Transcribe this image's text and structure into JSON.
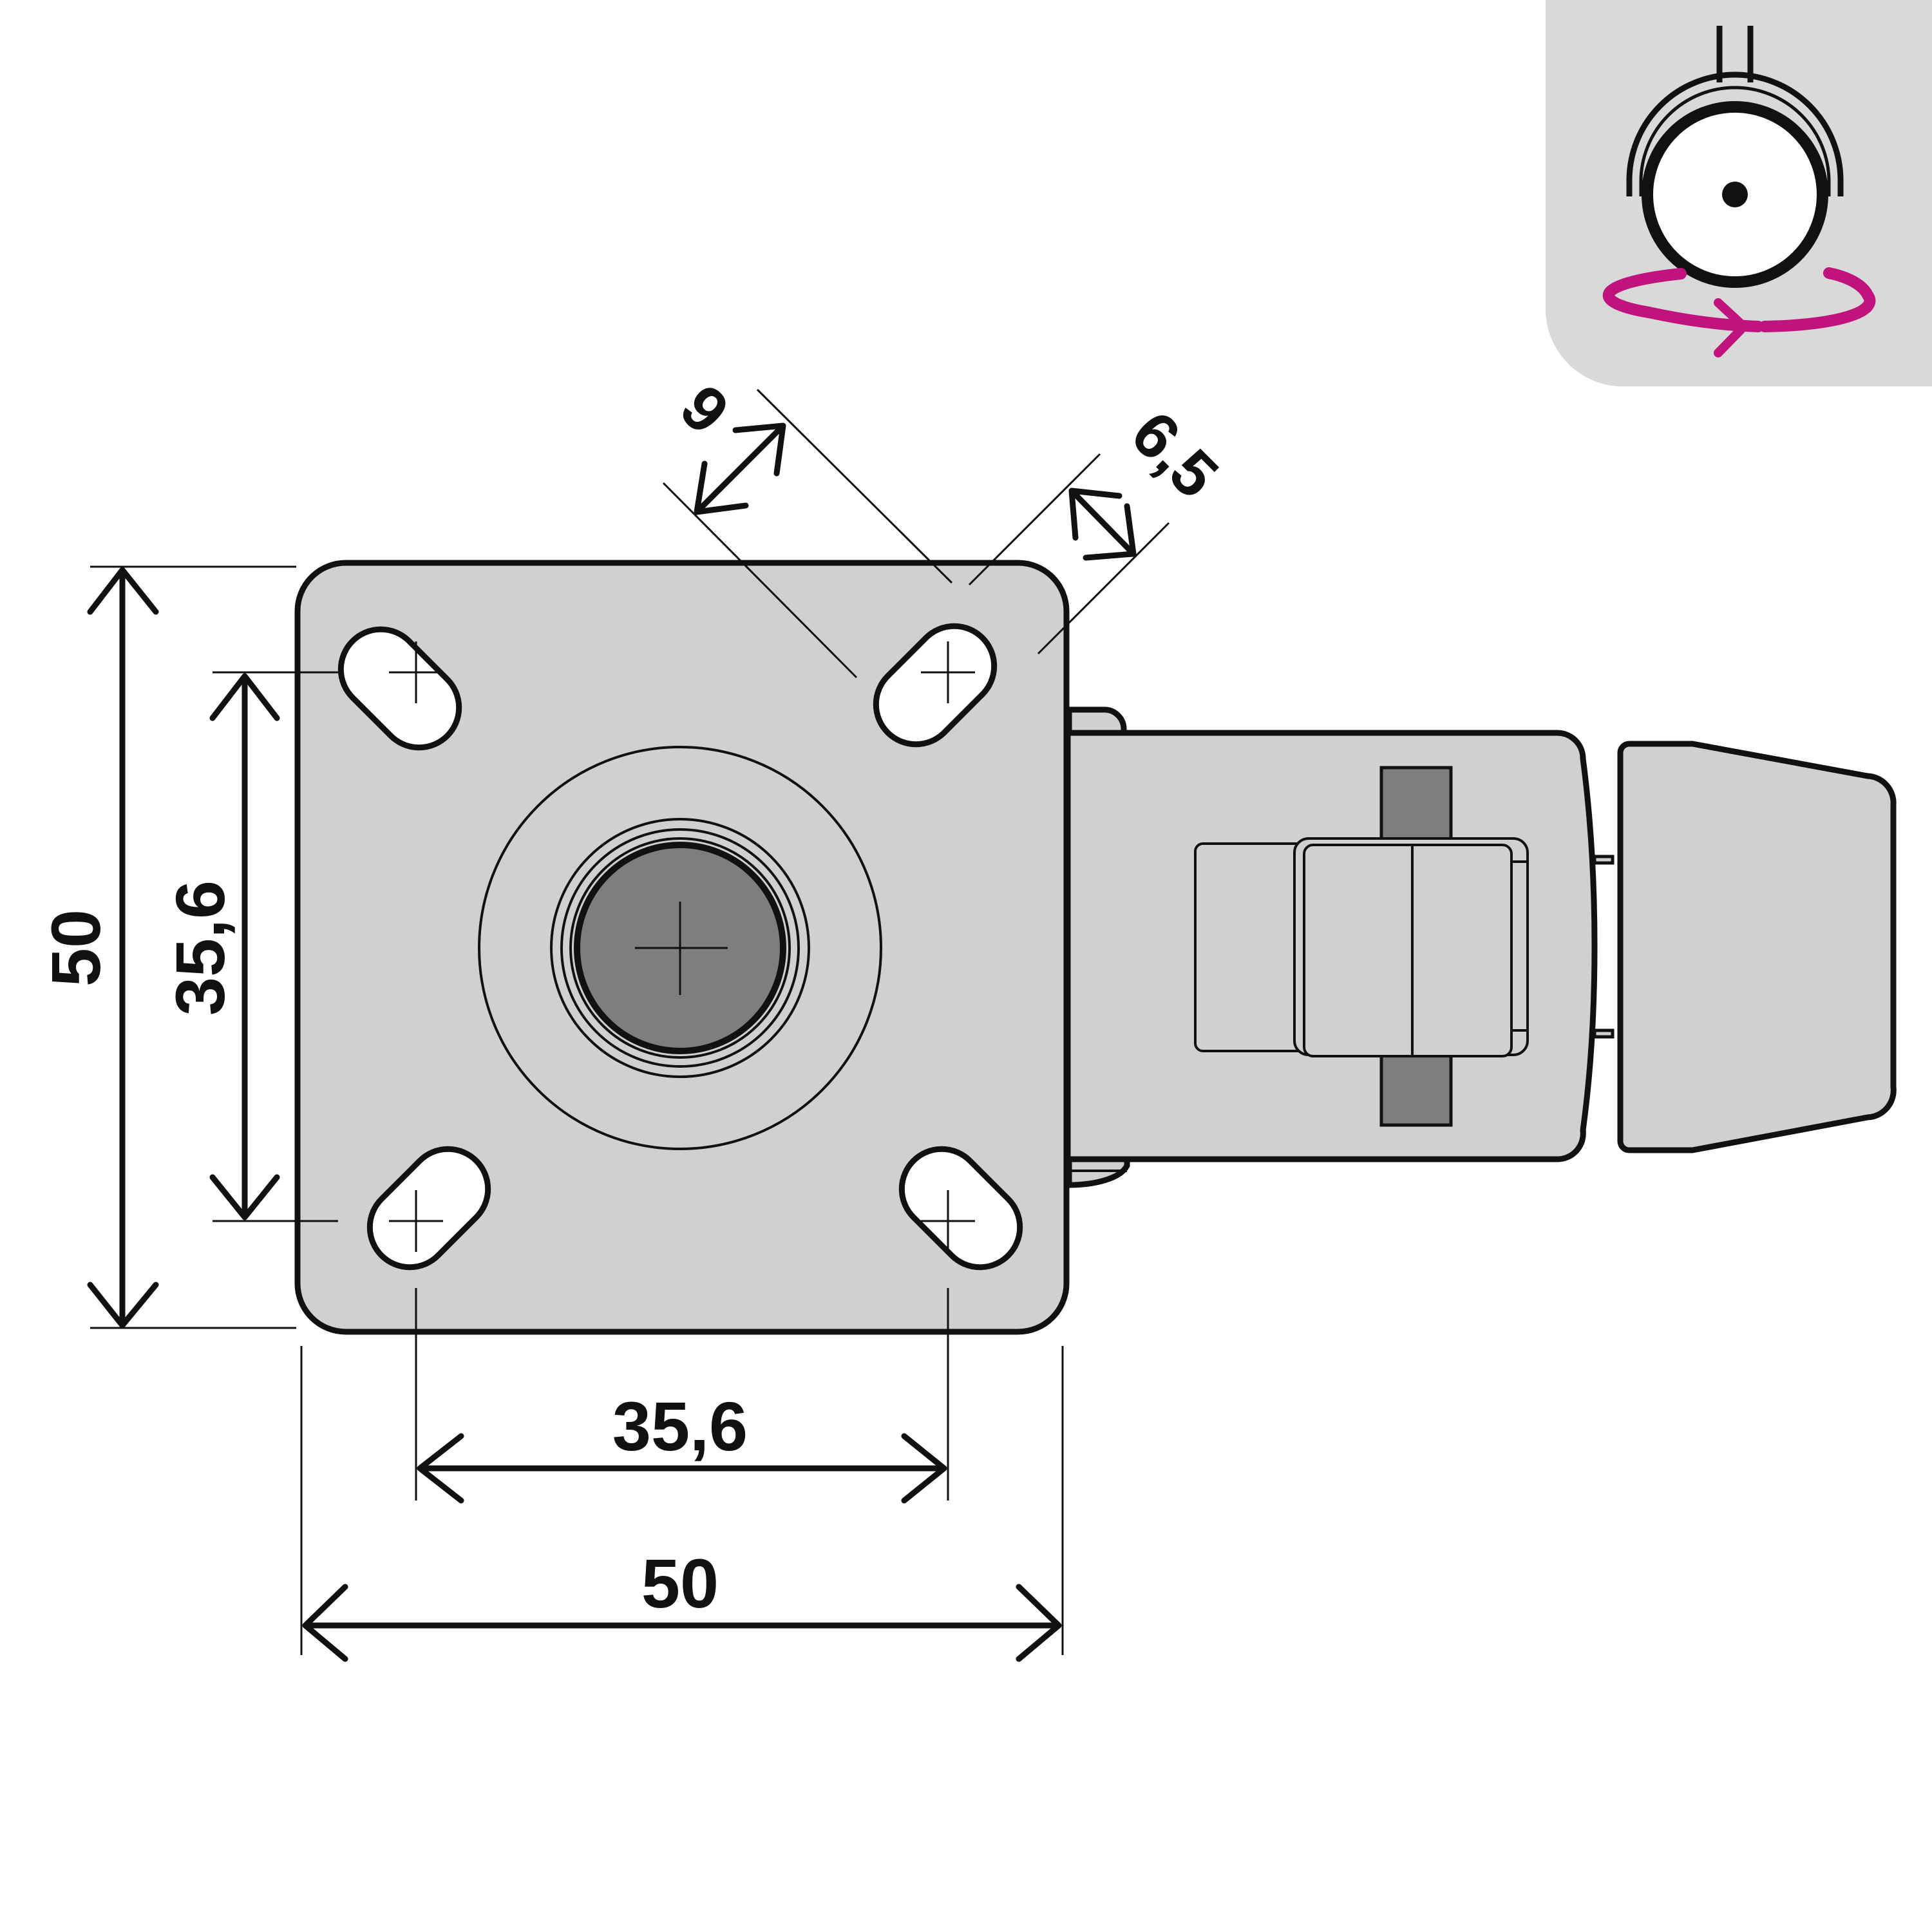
{
  "dimensions": {
    "height_total": "50",
    "height_holes": "35,6",
    "width_holes": "35,6",
    "width_total": "50",
    "slot_length": "9",
    "slot_width": "6,5"
  },
  "icons": {
    "swivel": "swivel-caster-rotation-icon"
  },
  "colors": {
    "plate": "#d0d0d0",
    "stem": "#7e7e7e",
    "line": "#111111",
    "icon_bg": "#d9d9d9",
    "rotation_arrow": "#c0137d"
  }
}
